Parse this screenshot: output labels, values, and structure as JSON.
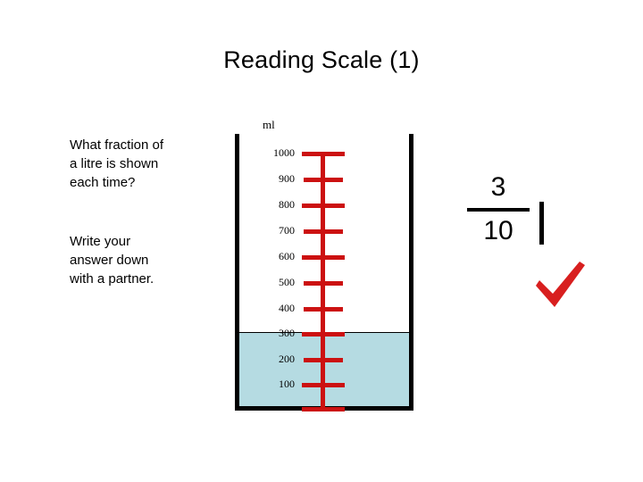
{
  "slide": {
    "title": "Reading Scale (1)",
    "background_color": "#ffffff"
  },
  "prompt": {
    "question": "What fraction of\na litre is shown\neach time?",
    "instruction": "Write your\nanswer down\nwith a partner."
  },
  "beaker": {
    "unit_label": "ml",
    "outline_color": "#000000",
    "scale_color": "#cc1111",
    "water_color": "#b5dbe2",
    "water_level_ml": 300,
    "capacity_ml": 1000,
    "tick_labels": [
      "1000",
      "900",
      "800",
      "700",
      "600",
      "500",
      "400",
      "300",
      "200",
      "100"
    ]
  },
  "answer": {
    "numerator": "3",
    "denominator": "10",
    "check_color": "#d81f1f"
  },
  "chart_data": {
    "type": "bar",
    "title": "Reading Scale (1)",
    "xlabel": "",
    "ylabel": "ml",
    "categories": [
      "Beaker"
    ],
    "values": [
      300
    ],
    "ylim": [
      0,
      1000
    ],
    "tick_values": [
      100,
      200,
      300,
      400,
      500,
      600,
      700,
      800,
      900,
      1000
    ],
    "tick_labels": [
      "100",
      "200",
      "300",
      "400",
      "500",
      "600",
      "700",
      "800",
      "900",
      "1000"
    ],
    "annotations": [
      "3/10"
    ],
    "grid": false,
    "legend_position": "none"
  }
}
